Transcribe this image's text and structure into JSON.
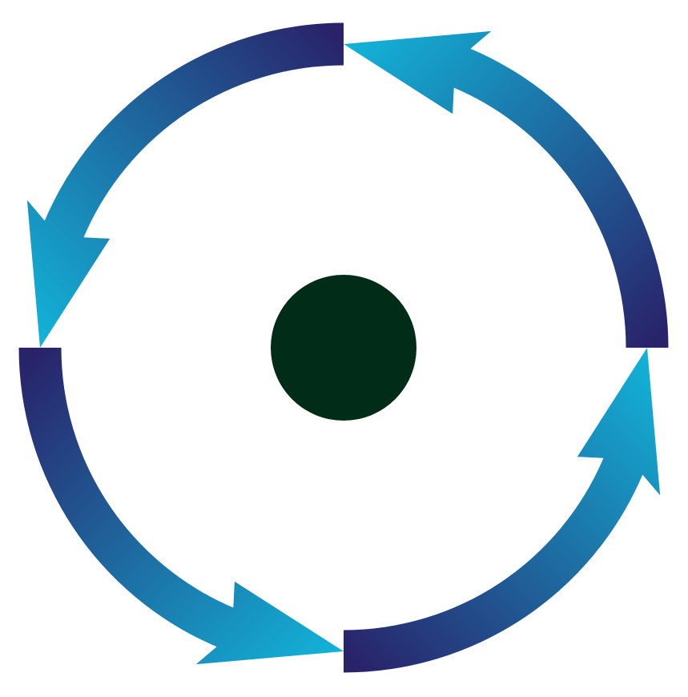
{
  "diagram": {
    "type": "cycle",
    "direction": "counterclockwise",
    "arrow_count": 4,
    "center_marker": "filled-circle",
    "colors": {
      "background": "#ffffff",
      "center_dot": "#002c18",
      "arrow_dark": "#29236a",
      "arrow_light": "#12b4d9"
    },
    "arrows": [
      {
        "id": "arrow-top-right",
        "points_to": "top"
      },
      {
        "id": "arrow-top-left",
        "points_to": "left"
      },
      {
        "id": "arrow-bottom-left",
        "points_to": "bottom"
      },
      {
        "id": "arrow-bottom-right",
        "points_to": "right"
      }
    ]
  }
}
